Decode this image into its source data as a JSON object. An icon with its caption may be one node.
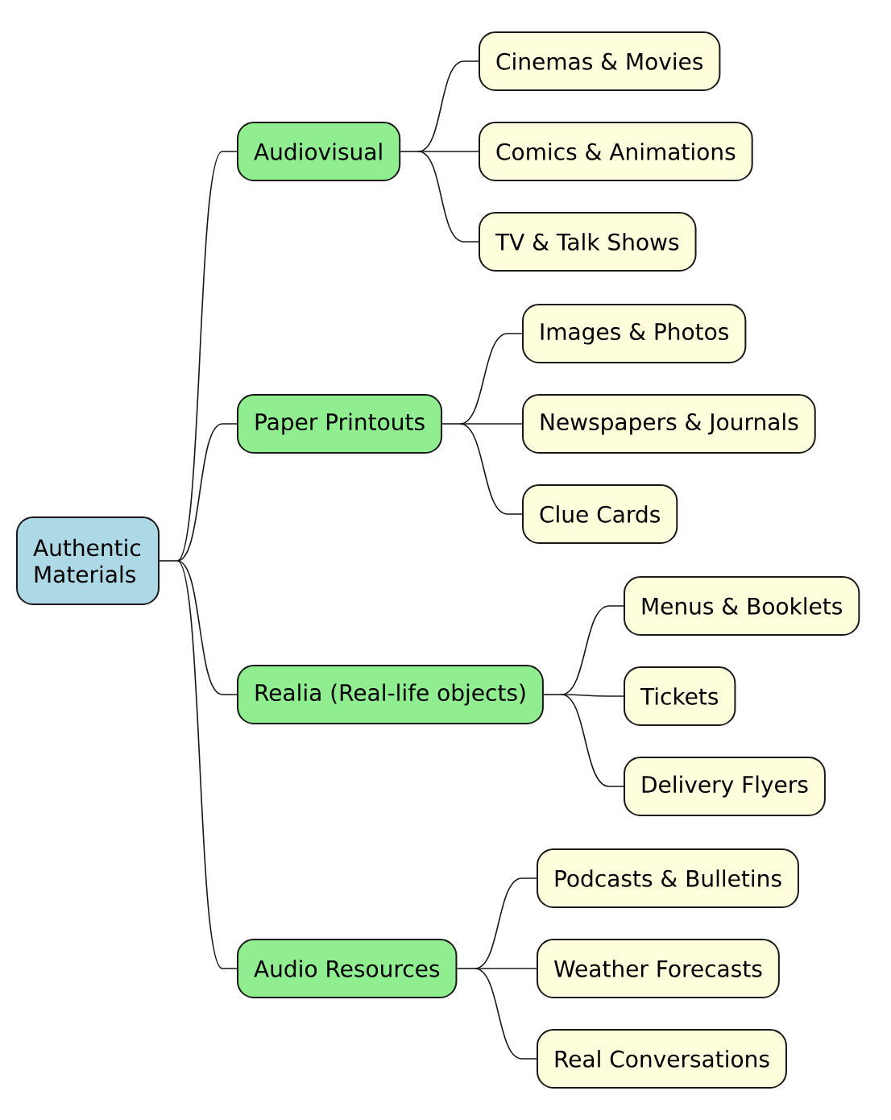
{
  "diagram": {
    "nodes": [
      {
        "text": [
          "Authentic Materials"
        ]
      },
      {
        "text": [
          "Audiovisual"
        ]
      },
      {
        "text": [
          "Cinemas & Movies"
        ]
      },
      {
        "text": [
          "Comics & Animations"
        ]
      },
      {
        "text": [
          "TV & Talk Shows"
        ]
      },
      {
        "text": [
          "Paper Printouts"
        ]
      },
      {
        "text": [
          "Images & Photos"
        ]
      },
      {
        "text": [
          "Newspapers & Journals"
        ]
      },
      {
        "text": [
          "Clue Cards"
        ]
      },
      {
        "text": [
          "Realia (Real-life objects)"
        ]
      },
      {
        "text": [
          "Menus & Booklets"
        ]
      },
      {
        "text": [
          "Tickets"
        ]
      },
      {
        "text": [
          "Delivery Flyers"
        ]
      },
      {
        "text": [
          "Audio Resources"
        ]
      },
      {
        "text": [
          "Podcasts & Bulletins"
        ]
      },
      {
        "text": [
          "Weather Forecasts"
        ]
      },
      {
        "text": [
          "Real Conversations"
        ]
      }
    ],
    "edges": [
      {
        "from": 0,
        "to": 1,
        "arrow": "none"
      },
      {
        "from": 0,
        "to": 5,
        "arrow": "none"
      },
      {
        "from": 0,
        "to": 9,
        "arrow": "none"
      },
      {
        "from": 0,
        "to": 13,
        "arrow": "none"
      },
      {
        "from": 1,
        "to": 2,
        "arrow": "none"
      },
      {
        "from": 1,
        "to": 3,
        "arrow": "none"
      },
      {
        "from": 1,
        "to": 4,
        "arrow": "none"
      },
      {
        "from": 5,
        "to": 6,
        "arrow": "none"
      },
      {
        "from": 5,
        "to": 7,
        "arrow": "none"
      },
      {
        "from": 5,
        "to": 8,
        "arrow": "none"
      },
      {
        "from": 9,
        "to": 10,
        "arrow": "none"
      },
      {
        "from": 9,
        "to": 11,
        "arrow": "none"
      },
      {
        "from": 9,
        "to": 12,
        "arrow": "none"
      },
      {
        "from": 13,
        "to": 14,
        "arrow": "none"
      },
      {
        "from": 13,
        "to": 15,
        "arrow": "none"
      },
      {
        "from": 13,
        "to": 16,
        "arrow": "none"
      }
    ]
  }
}
